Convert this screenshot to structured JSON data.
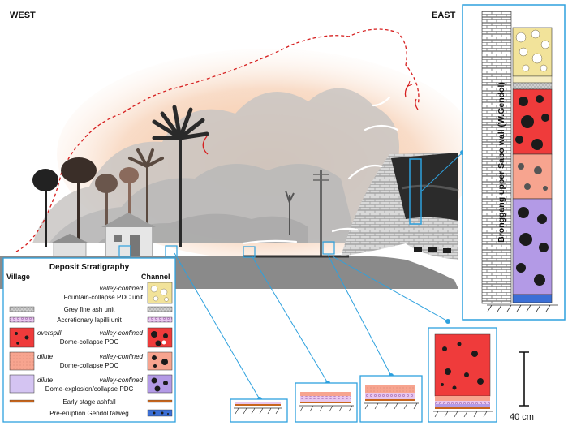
{
  "labels": {
    "west": "WEST",
    "east": "EAST",
    "wall": "Bronggang upper Sabo wall (W.Gendol)",
    "scale": "40 cm"
  },
  "legend": {
    "title": "Deposit Stratigraphy",
    "left_header": "Village",
    "right_header": "Channel",
    "rows": [
      {
        "qualifier_left": "",
        "qualifier_right": "valley-confined",
        "name": "Fountain-collapse PDC unit"
      },
      {
        "qualifier_left": "",
        "qualifier_right": "",
        "name": "Grey fine ash unit"
      },
      {
        "qualifier_left": "",
        "qualifier_right": "",
        "name": "Accretionary lapilli unit"
      },
      {
        "qualifier_left": "overspill",
        "qualifier_right": "valley-confined",
        "name": "Dome-collapse PDC"
      },
      {
        "qualifier_left": "dilute",
        "qualifier_right": "valley-confined",
        "name": "Dome-collapse PDC"
      },
      {
        "qualifier_left": "dilute",
        "qualifier_right": "valley-confined",
        "name": "Dome-explosion/collapse PDC"
      },
      {
        "qualifier_left": "",
        "qualifier_right": "",
        "name": "Early stage ashfall"
      },
      {
        "qualifier_left": "",
        "qualifier_right": "",
        "name": "Pre-eruption Gendol talweg"
      }
    ]
  },
  "colors": {
    "ground": "#8a8a8a",
    "cloud": "#cfcfcf",
    "glow": "#f6c9a8",
    "plume_outline": "#d61f1f",
    "highlight": "#2ea1de",
    "fountain_unit": "#f2e39a",
    "grey_ash": "#bdbdbd",
    "lapilli": "#e8c7ef",
    "overspill_pdc": "#ef3b3b",
    "dilute_pdc": "#f7a48f",
    "explosion_pdc": "#b39ae6",
    "early_ashfall": "#c8651c",
    "talweg": "#3b6fd6"
  }
}
